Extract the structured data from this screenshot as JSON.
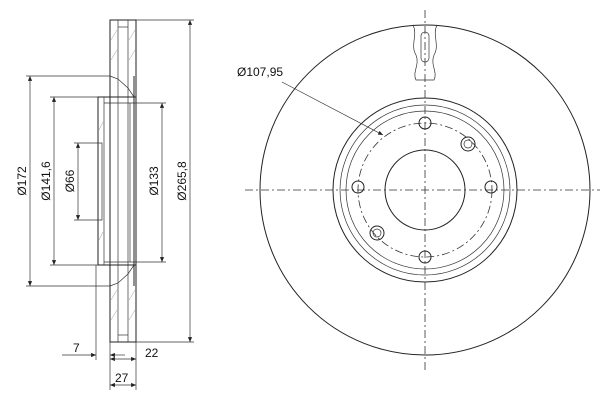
{
  "title": "Brake disc technical drawing",
  "dimensions": {
    "outer_diameter": "Ø265,8",
    "diameter_172": "Ø172",
    "diameter_141": "Ø141,6",
    "center_bore": "Ø66",
    "diameter_133": "Ø133",
    "bolt_circle": "Ø107,95",
    "hat_offset": "7",
    "disc_thickness": "22",
    "overall_height": "27"
  }
}
